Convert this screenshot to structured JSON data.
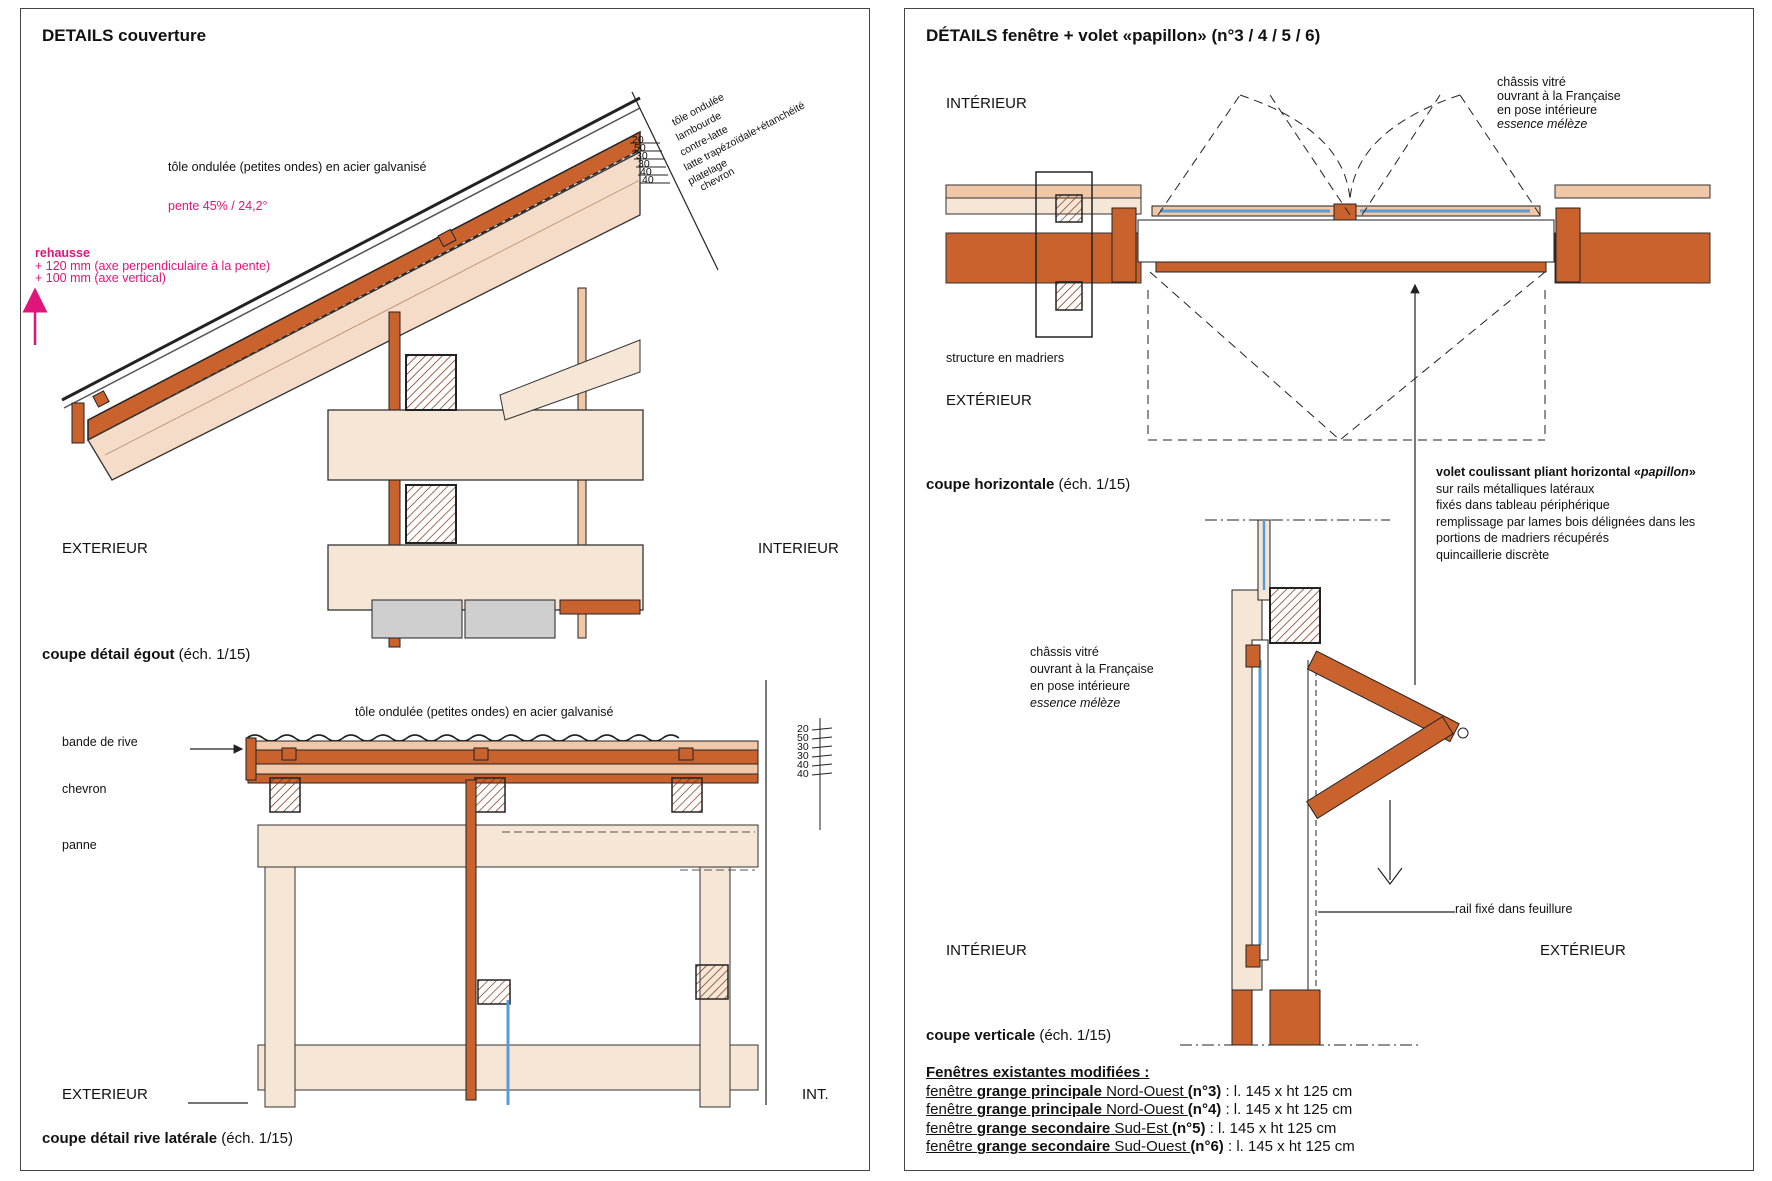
{
  "left": {
    "title": "DETAILS couverture",
    "egout": {
      "material_label": "tôle ondulée (petites ondes) en acier galvanisé",
      "pente": "pente 45% / 24,2°",
      "rehausse": {
        "title": "rehausse",
        "line1": "+ 120 mm (axe perpendiculaire à la pente)",
        "line2": "+ 100 mm (axe vertical)"
      },
      "layers": [
        {
          "thickness": "20",
          "name": "tôle ondulée"
        },
        {
          "thickness": "50",
          "name": "lambourde"
        },
        {
          "thickness": "30",
          "name": "contre-latte"
        },
        {
          "thickness": "30",
          "name": "latte trapézoïdale+étanchéité"
        },
        {
          "thickness": "40",
          "name": "platelage"
        },
        {
          "thickness": "40",
          "name": "chevron"
        }
      ],
      "exterieur": "EXTERIEUR",
      "interieur": "INTERIEUR",
      "caption_bold": "coupe détail égout",
      "caption_scale": " (éch. 1/15)"
    },
    "rive": {
      "material_label": "tôle ondulée (petites ondes) en acier galvanisé",
      "labels": {
        "bande": "bande de rive",
        "chevron": "chevron",
        "panne": "panne"
      },
      "layer_values": [
        "20",
        "50",
        "30",
        "30",
        "40",
        "40"
      ],
      "exterieur": "EXTERIEUR",
      "interieur": "INT.",
      "caption_bold": "coupe détail rive latérale",
      "caption_scale": " (éch. 1/15)"
    }
  },
  "right": {
    "title": "DÉTAILS fenêtre + volet «papillon» (n°3 / 4 / 5 / 6)",
    "horizontal": {
      "interieur": "INTÉRIEUR",
      "exterieur": "EXTÉRIEUR",
      "structure": "structure en madriers",
      "chassis": {
        "l1": "châssis vitré",
        "l2": "ouvrant à la Française",
        "l3": "en pose intérieure",
        "l4": "essence mélèze"
      },
      "caption_bold": "coupe horizontale",
      "caption_scale": " (éch. 1/15)"
    },
    "volet": {
      "title_prefix": "volet coulissant pliant horizontal «",
      "title_em": "papillon",
      "title_suffix": "»",
      "lines": [
        "sur rails métalliques latéraux",
        "fixés dans tableau périphérique",
        "remplissage par lames bois délignées dans les",
        "portions de madriers récupérés",
        "quincaillerie discrète"
      ]
    },
    "vertical": {
      "chassis": {
        "l1": "châssis vitré",
        "l2": "ouvrant à la Française",
        "l3": "en pose intérieure",
        "l4": "essence mélèze"
      },
      "rail": "rail fixé dans feuillure",
      "interieur": "INTÉRIEUR",
      "exterieur": "EXTÉRIEUR",
      "caption_bold": "coupe verticale",
      "caption_scale": " (éch. 1/15)"
    },
    "fenetres": {
      "heading": "Fenêtres existantes modifiées :",
      "items": [
        {
          "pre": "fenêtre ",
          "grange": "grange principale",
          "orient": " Nord-Ouest ",
          "num": "(n°3)",
          "dims": " : l. 145 x ht 125 cm"
        },
        {
          "pre": "fenêtre ",
          "grange": "grange principale",
          "orient": " Nord-Ouest ",
          "num": "(n°4)",
          "dims": " : l. 145 x ht 125 cm"
        },
        {
          "pre": "fenêtre ",
          "grange": "grange secondaire",
          "orient": " Sud-Est ",
          "num": "(n°5)",
          "dims": " : l. 145 x ht 125 cm"
        },
        {
          "pre": "fenêtre ",
          "grange": "grange secondaire",
          "orient": " Sud-Ouest ",
          "num": "(n°6)",
          "dims": " : l. 145 x ht 125 cm"
        }
      ]
    }
  },
  "colors": {
    "wood": "#c9622d",
    "wood_light": "#f0c8a8",
    "glass": "#5b9bd5",
    "magenta": "#e0147a",
    "ink": "#222222"
  }
}
